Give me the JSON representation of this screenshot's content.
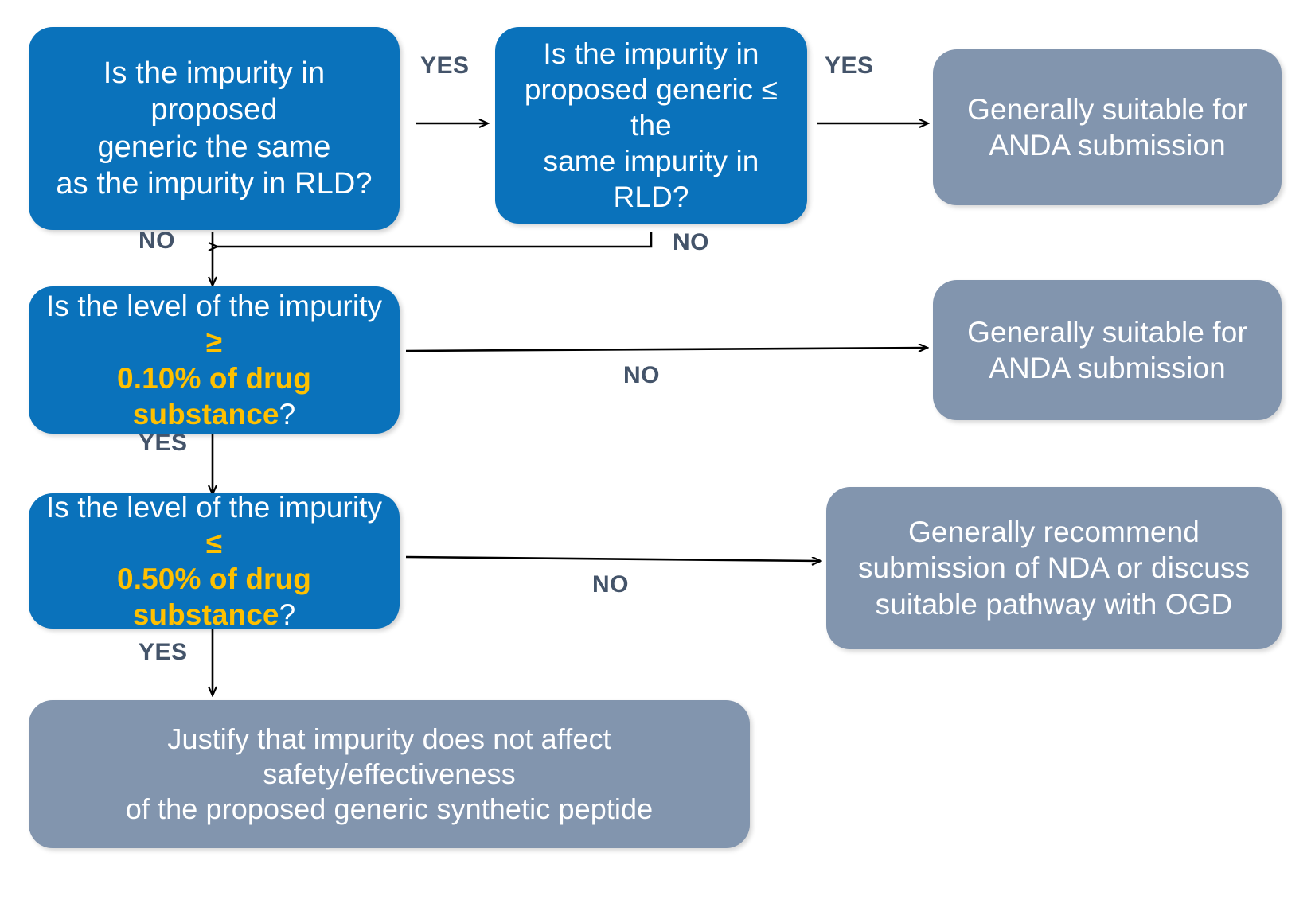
{
  "diagram": {
    "title": "Impurity qualification decision tree for proposed generic synthetic peptide",
    "colors": {
      "decision_box": "#0a72bb",
      "outcome_box": "#8295ae",
      "highlight_text": "#ffc000",
      "edge_label": "#44546a",
      "box_text": "#ffffff",
      "arrow": "#000000",
      "background": "#ffffff"
    }
  },
  "nodes": {
    "q1": {
      "type": "decision",
      "line1": "Is the impurity in proposed",
      "line2": "generic the same",
      "line3": "as the impurity in RLD?"
    },
    "q2": {
      "type": "decision",
      "line1": "Is the impurity in",
      "line2": "proposed generic ≤ the",
      "line3": "same impurity in RLD?"
    },
    "out1": {
      "type": "outcome",
      "line1": "Generally suitable for",
      "line2": "ANDA submission"
    },
    "q3": {
      "type": "decision",
      "prefix": "Is the level of the impurity ",
      "symbol": "≥",
      "highlight": "0.10% of drug substance",
      "suffix": "?"
    },
    "out2": {
      "type": "outcome",
      "line1": "Generally suitable for",
      "line2": "ANDA submission"
    },
    "q4": {
      "type": "decision",
      "prefix": "Is the level of the impurity ",
      "symbol": "≤",
      "highlight": "0.50% of drug substance",
      "suffix": "?"
    },
    "out3": {
      "type": "outcome",
      "line1": "Generally recommend",
      "line2": "submission of NDA or discuss",
      "line3": "suitable pathway with OGD"
    },
    "out4": {
      "type": "outcome",
      "line1": "Justify that impurity does not affect safety/effectiveness",
      "line2": "of the proposed generic synthetic peptide"
    }
  },
  "edges": {
    "q1_yes": "YES",
    "q2_yes": "YES",
    "q1_no": "NO",
    "q2_no": "NO",
    "q3_no": "NO",
    "q3_yes": "YES",
    "q4_no": "NO",
    "q4_yes": "YES"
  }
}
